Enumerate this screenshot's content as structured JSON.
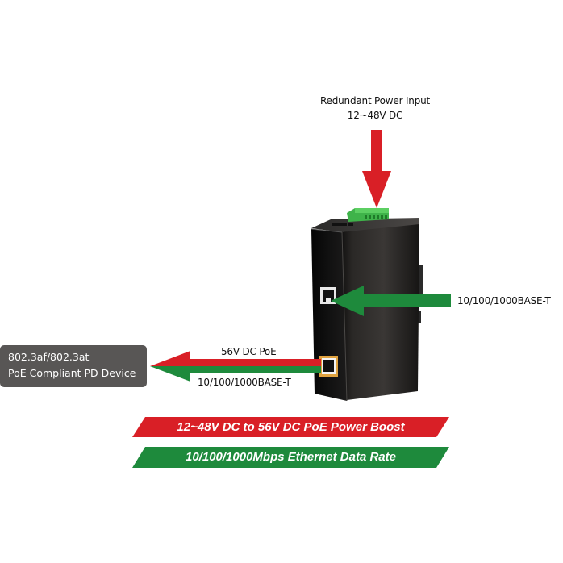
{
  "title": "PoE Injector Application Diagram",
  "power_input": {
    "label_line1": "Redundant Power Input",
    "label_line2": "12~48V DC",
    "arrow_color": "#d91f26",
    "direction": "into device (top terminal block)"
  },
  "uplink": {
    "label": "10/100/1000BASE-T",
    "arrow_color": "#1e8a3c",
    "direction": "into device (upper RJ45 port)"
  },
  "poe_output": {
    "power_label": "56V DC PoE",
    "data_label": "10/100/1000BASE-T",
    "power_color": "#d91f26",
    "data_color": "#1e8a3c",
    "direction": "out of device (lower PoE port) to PD device"
  },
  "pd_device": {
    "line1": "802.3af/802.3at",
    "line2": "PoE Compliant PD Device",
    "bg_color": "#585655"
  },
  "banners": [
    {
      "text": "12~48V DC to 56V DC PoE Power Boost",
      "color": "#d91f26"
    },
    {
      "text": "10/100/1000Mbps Ethernet Data Rate",
      "color": "#1e8a3c"
    }
  ],
  "colors": {
    "device_body": "#1c1a19",
    "terminal_block": "#3fb34a",
    "poe_port_border": "#e0a340"
  }
}
